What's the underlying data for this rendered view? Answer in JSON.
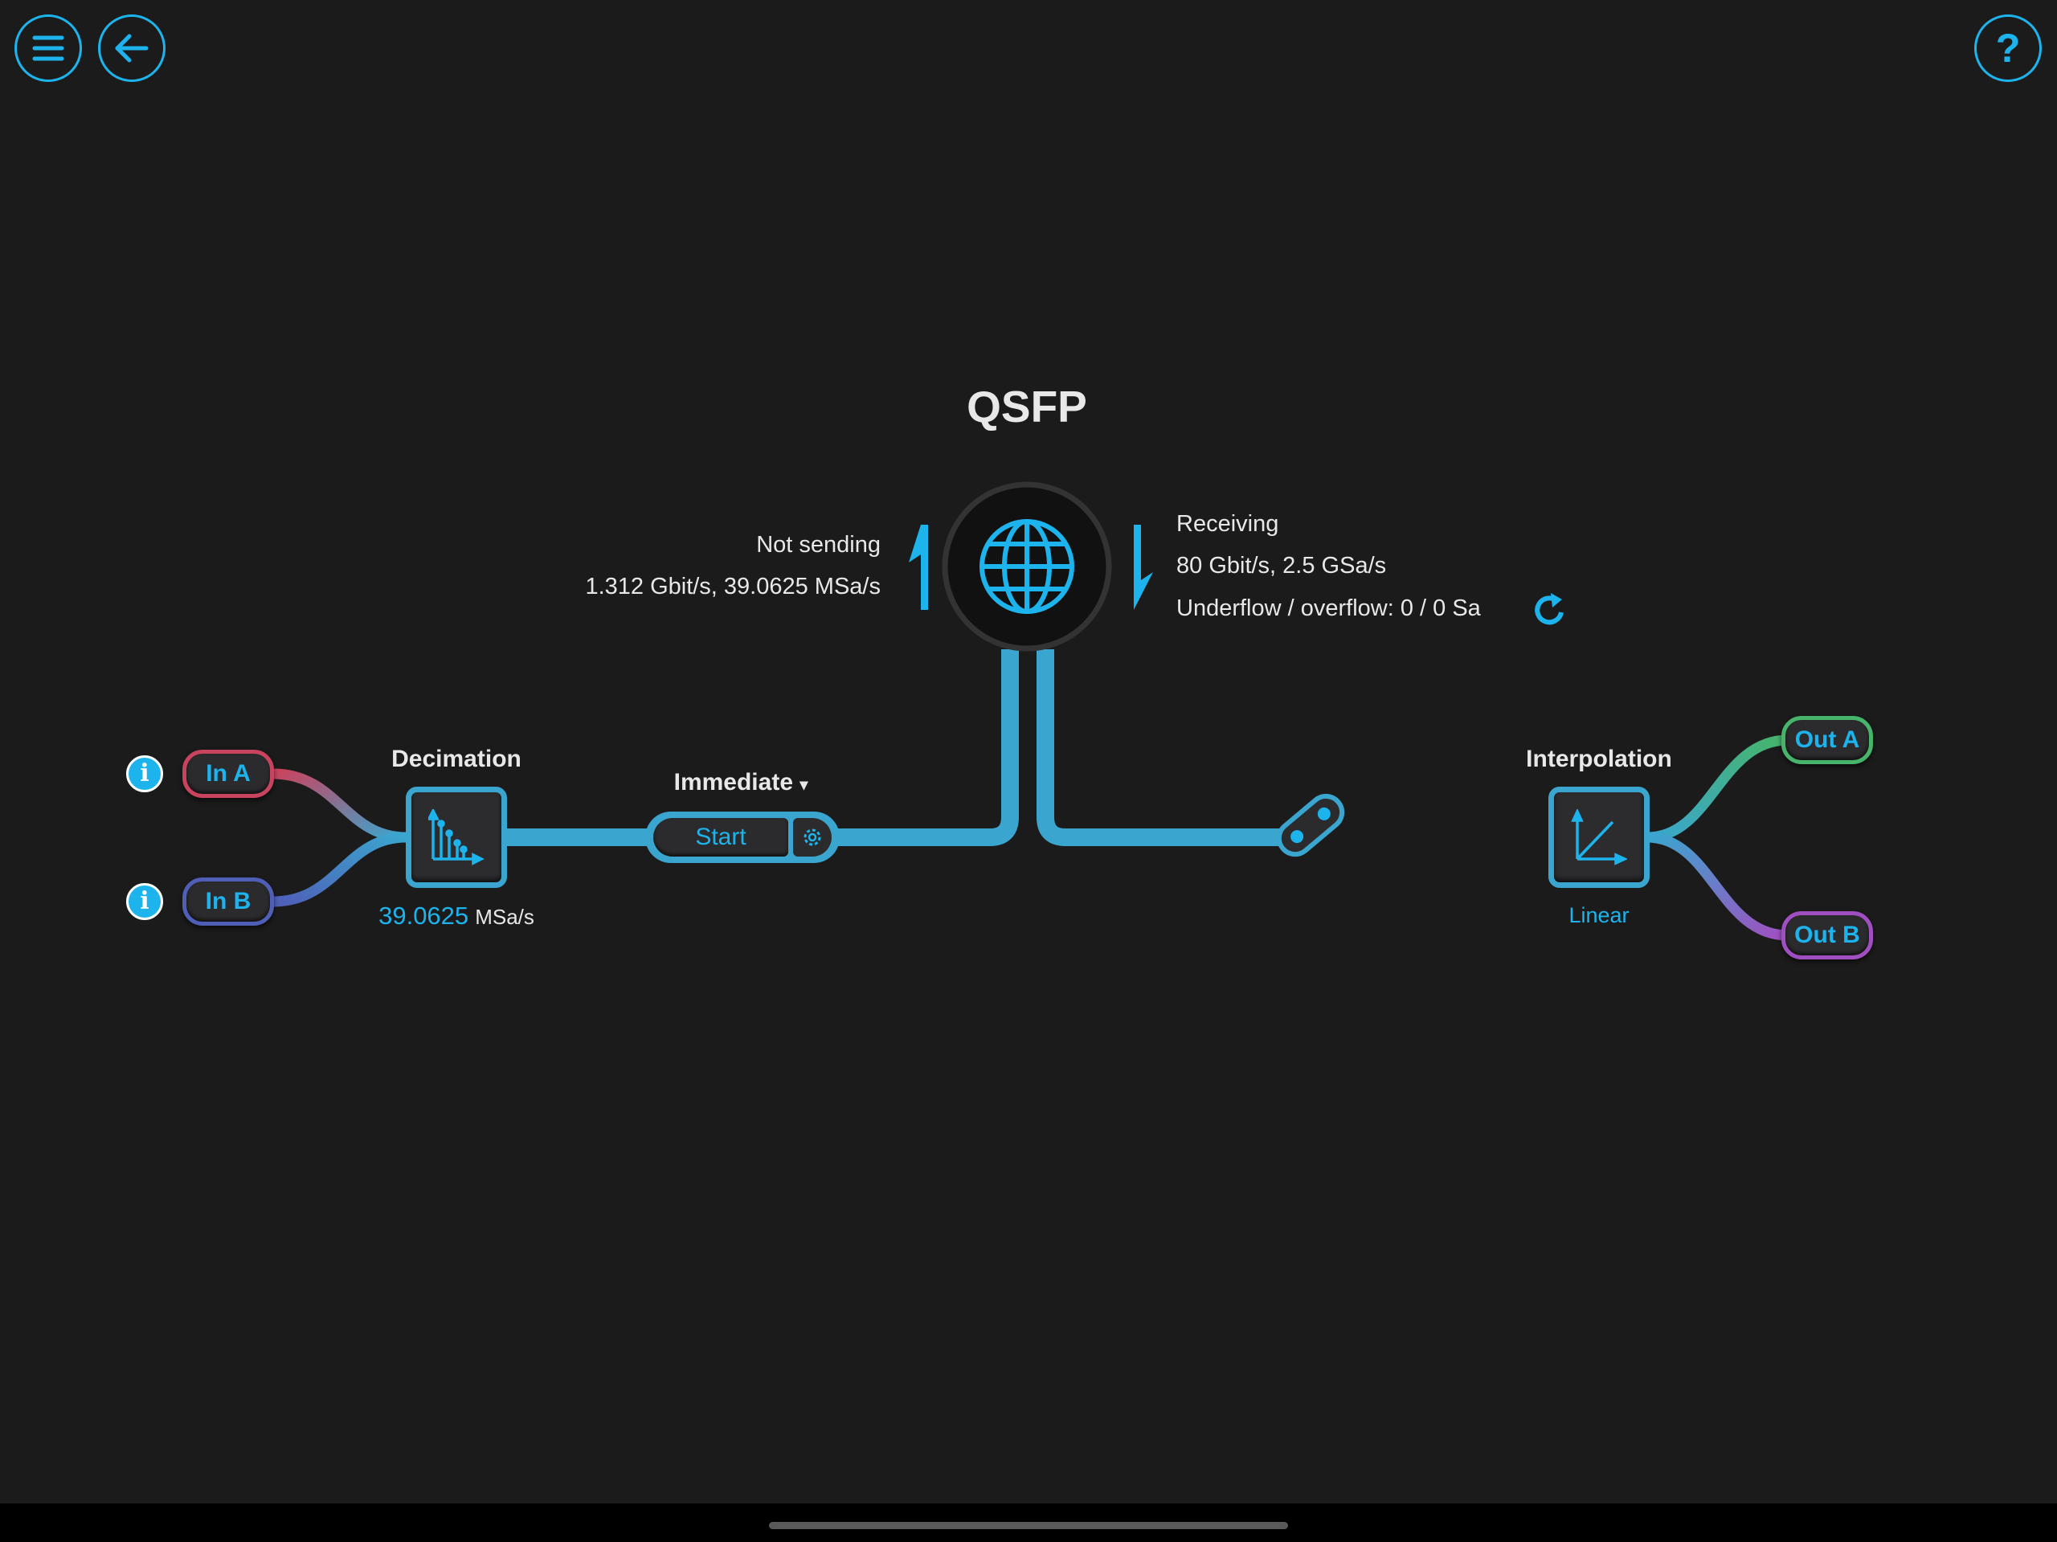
{
  "header": {
    "menu_icon": "hamburger-menu-icon",
    "back_icon": "arrow-left-icon",
    "help_icon": "question-mark-icon"
  },
  "qsfp": {
    "title": "QSFP",
    "send_status": "Not sending",
    "send_rate": "1.312 Gbit/s, 39.0625 MSa/s",
    "receive_status": "Receiving",
    "receive_rate": "80 Gbit/s, 2.5 GSa/s",
    "underflow_overflow": "Underflow / overflow: 0 / 0 Sa"
  },
  "inputs": [
    {
      "label": "In A",
      "color": "#c8445e"
    },
    {
      "label": "In B",
      "color": "#4f5fb8"
    }
  ],
  "decimation": {
    "label": "Decimation",
    "rate_value": "39.0625",
    "rate_unit": "MSa/s"
  },
  "trigger": {
    "mode": "Immediate",
    "dropdown_glyph": "▾",
    "start_label": "Start"
  },
  "interpolation": {
    "label": "Interpolation",
    "mode": "Linear"
  },
  "outputs": [
    {
      "label": "Out A",
      "color": "#46b46a"
    },
    {
      "label": "Out B",
      "color": "#a04fc0"
    }
  ],
  "colors": {
    "accent": "#1db4ee",
    "pipe": "#3aa6cf",
    "background": "#1b1b1b"
  }
}
